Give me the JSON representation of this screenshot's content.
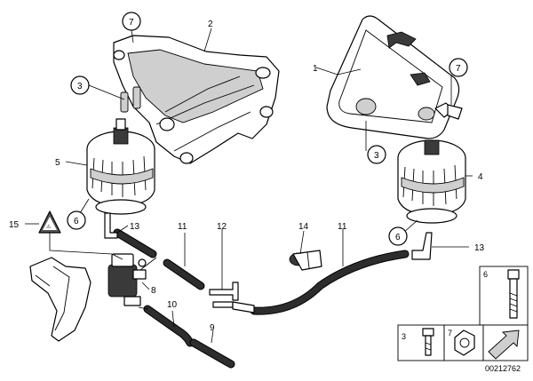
{
  "diagram": {
    "callouts": {
      "c1": "1",
      "c2": "2",
      "c3a": "3",
      "c3b": "3",
      "c4": "4",
      "c5": "5",
      "c6a": "6",
      "c6b": "6",
      "c7a": "7",
      "c7b": "7",
      "c8": "8",
      "c9": "9",
      "c10": "10",
      "c11a": "11",
      "c11b": "11",
      "c12": "12",
      "c13a": "13",
      "c13b": "13",
      "c14": "14",
      "c15": "15"
    },
    "legend": {
      "l6": "6",
      "l3": "3",
      "l7": "7"
    },
    "drawing_number": "00212762"
  }
}
